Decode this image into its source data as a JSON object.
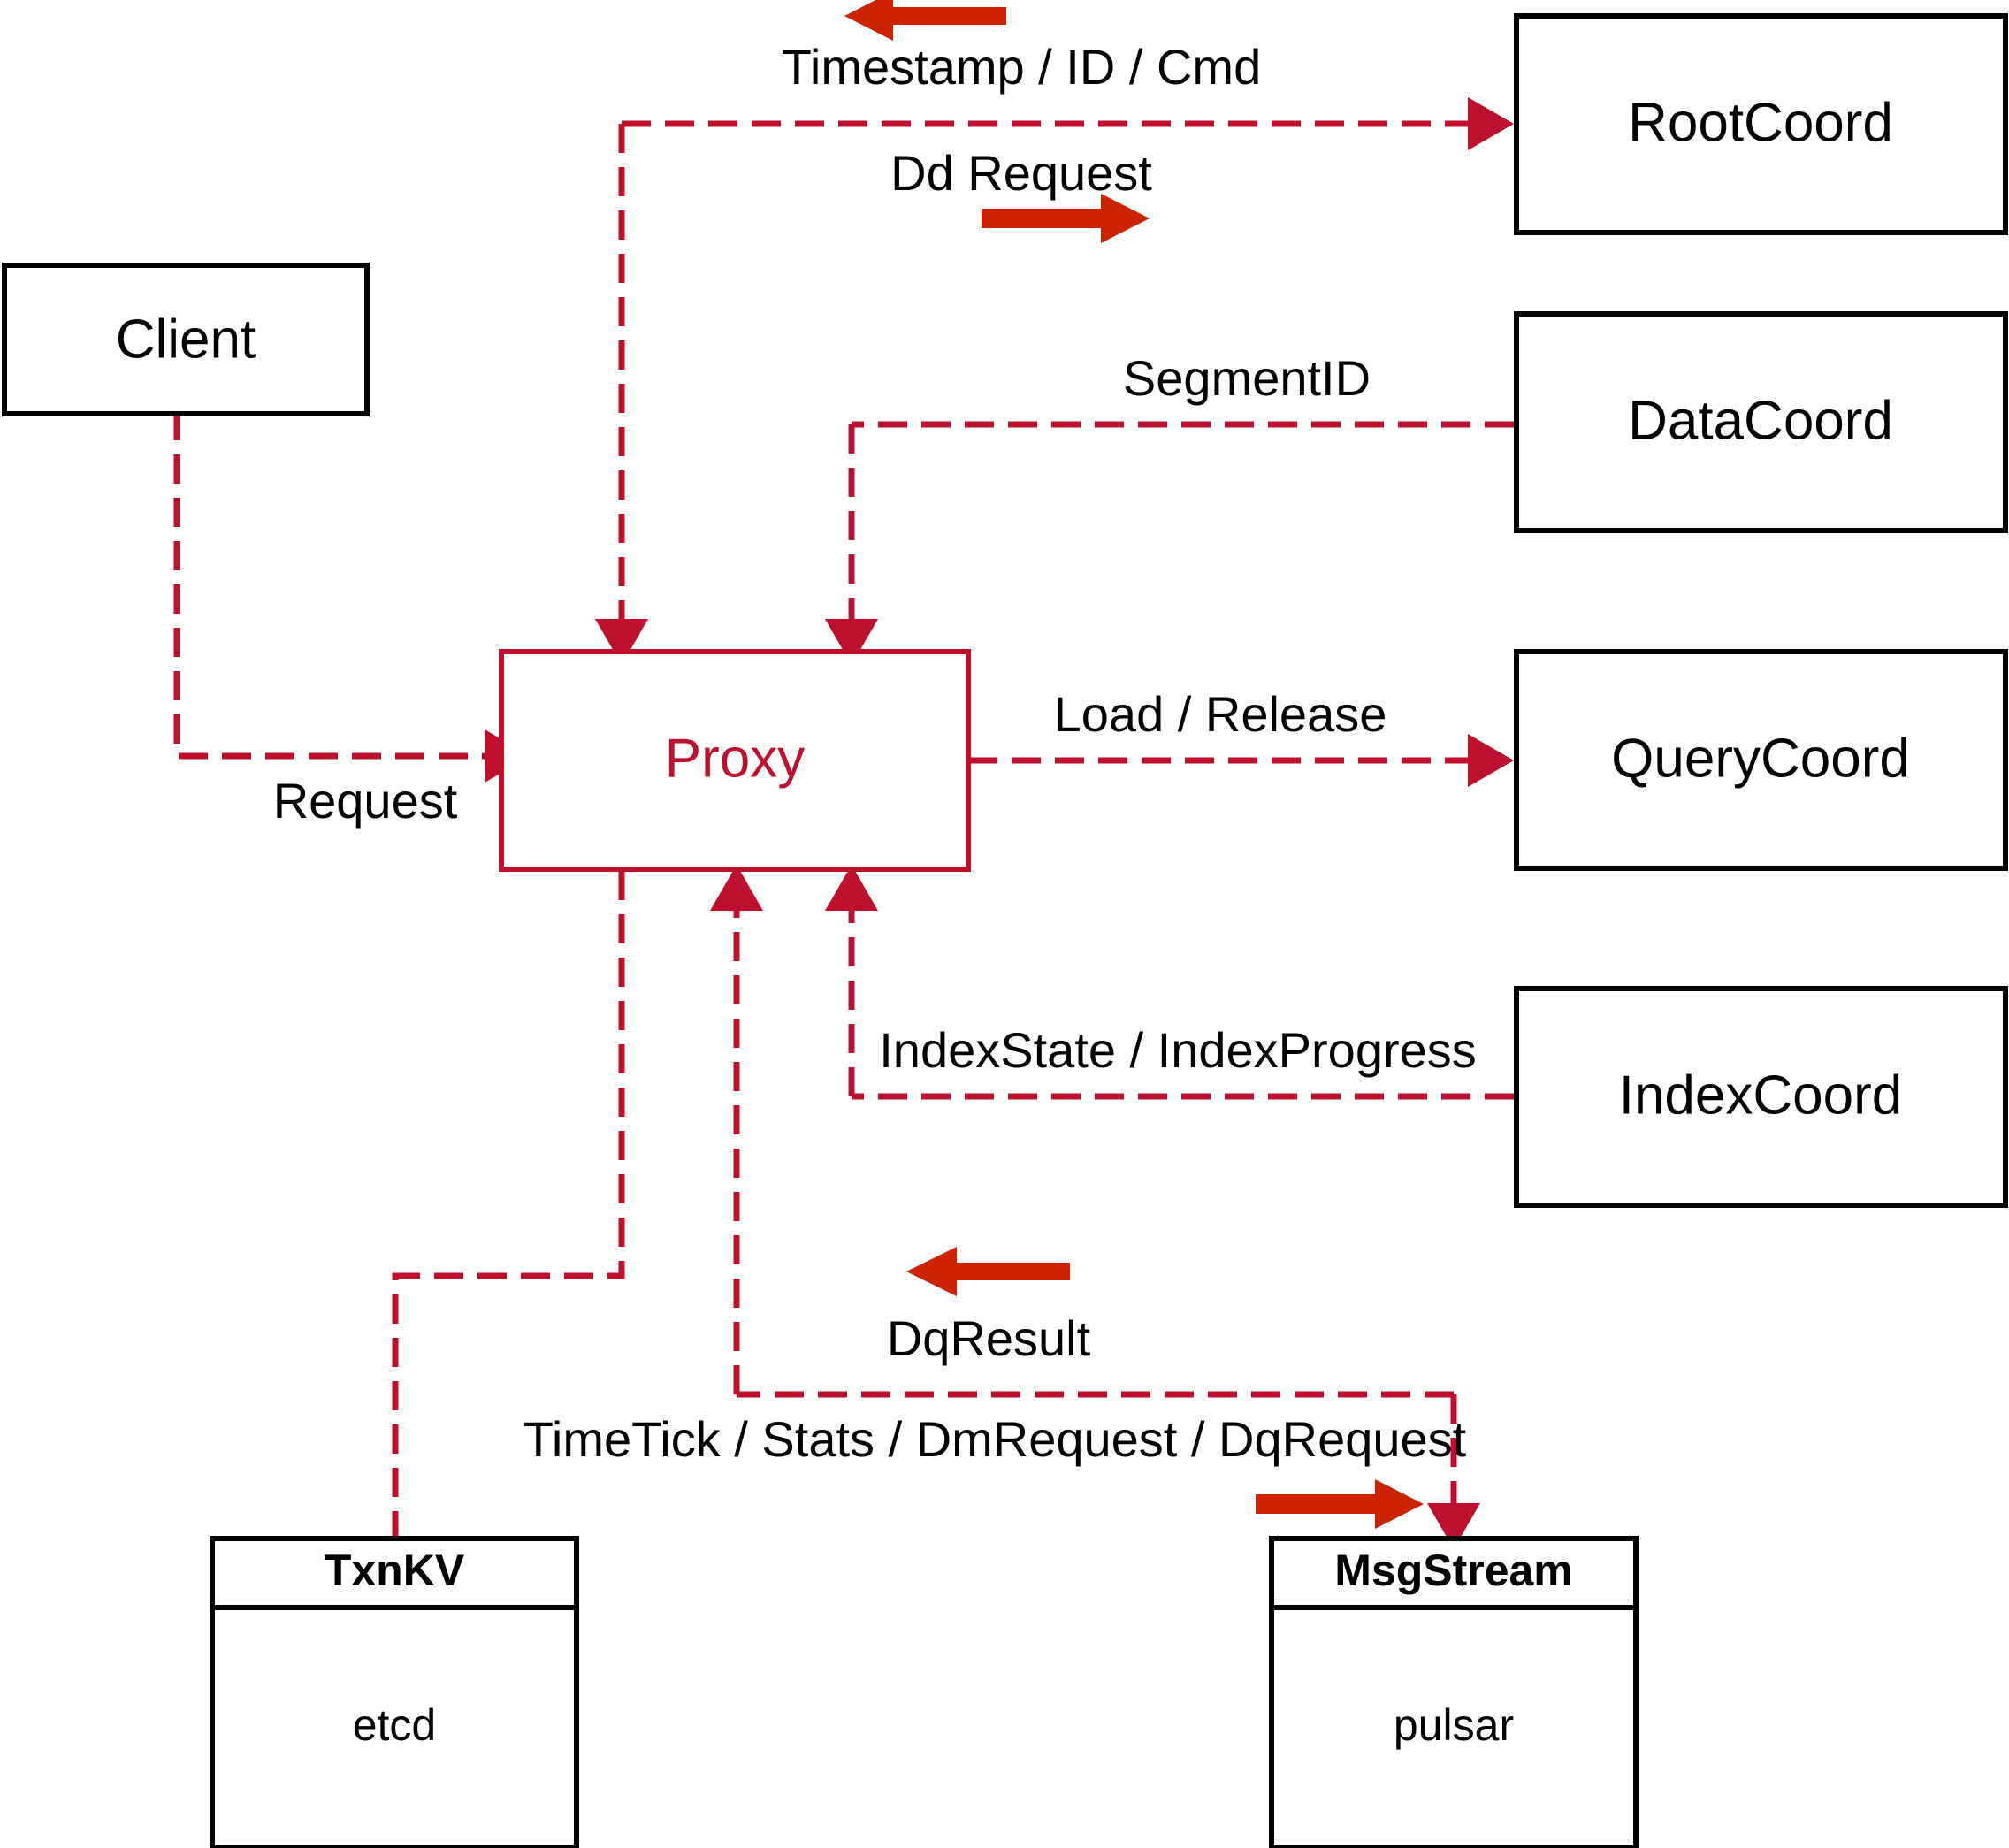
{
  "diagram": {
    "title": "Proxy component interaction diagram",
    "colors": {
      "node_stroke": "#000000",
      "proxy_stroke": "#BE0F2E",
      "dashed_edge": "#BE0F2E",
      "solid_arrow": "#CC2200",
      "background": "#FFFFFF"
    },
    "nodes": [
      {
        "id": "client",
        "label": "Client",
        "style": "plain-black"
      },
      {
        "id": "proxy",
        "label": "Proxy",
        "style": "plain-red"
      },
      {
        "id": "rootcoord",
        "label": "RootCoord",
        "style": "plain-black"
      },
      {
        "id": "datacoord",
        "label": "DataCoord",
        "style": "plain-black"
      },
      {
        "id": "querycoord",
        "label": "QueryCoord",
        "style": "plain-black"
      },
      {
        "id": "indexcoord",
        "label": "IndexCoord",
        "style": "plain-black"
      },
      {
        "id": "txnkv",
        "label": "TxnKV",
        "sub": "etcd",
        "style": "two-compartment"
      },
      {
        "id": "msgstream",
        "label": "MsgStream",
        "sub": "pulsar",
        "style": "two-compartment"
      }
    ],
    "edges": [
      {
        "id": "e-request",
        "label": "Request",
        "from": "client",
        "to": "proxy",
        "arrow": "dashed"
      },
      {
        "id": "e-ddrequest",
        "label": "Dd Request",
        "from": "proxy",
        "to": "rootcoord",
        "arrow": "dashed"
      },
      {
        "id": "e-timestamp",
        "label": "Timestamp / ID / Cmd",
        "from": "rootcoord",
        "to": "proxy",
        "arrow": "solid-left"
      },
      {
        "id": "e-segmentid",
        "label": "SegmentID",
        "from": "datacoord",
        "to": "proxy",
        "arrow": "dashed"
      },
      {
        "id": "e-loadrelease",
        "label": "Load / Release",
        "from": "proxy",
        "to": "querycoord",
        "arrow": "dashed"
      },
      {
        "id": "e-indexstate",
        "label": "IndexState / IndexProgress",
        "from": "indexcoord",
        "to": "proxy",
        "arrow": "dashed"
      },
      {
        "id": "e-dqresult",
        "label": "DqResult",
        "from": "msgstream",
        "to": "proxy",
        "arrow": "solid-left"
      },
      {
        "id": "e-timetick",
        "label": "TimeTick / Stats / DmRequest / DqRequest",
        "from": "proxy",
        "to": "msgstream",
        "arrow": "solid-right"
      },
      {
        "id": "e-txnkv",
        "label": "",
        "from": "proxy",
        "to": "txnkv",
        "arrow": "dashed-plain"
      }
    ],
    "labels": {
      "timestamp_id_cmd": "Timestamp / ID / Cmd",
      "dd_request": "Dd Request",
      "segment_id": "SegmentID",
      "load_release": "Load / Release",
      "index_state_progress": "IndexState / IndexProgress",
      "dq_result": "DqResult",
      "time_tick_stats": "TimeTick / Stats / DmRequest / DqRequest",
      "request": "Request"
    },
    "node_text": {
      "client": "Client",
      "proxy": "Proxy",
      "rootcoord": "RootCoord",
      "datacoord": "DataCoord",
      "querycoord": "QueryCoord",
      "indexcoord": "IndexCoord",
      "txnkv_title": "TxnKV",
      "txnkv_impl": "etcd",
      "msgstream_title": "MsgStream",
      "msgstream_impl": "pulsar"
    }
  }
}
